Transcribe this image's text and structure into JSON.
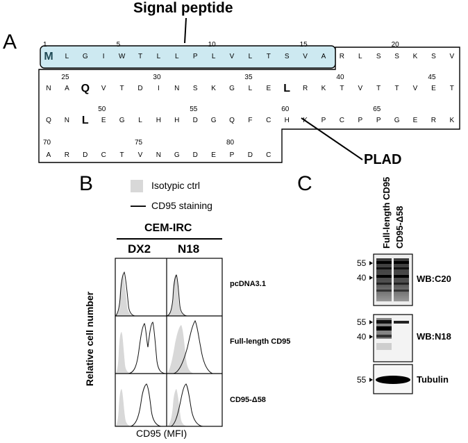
{
  "panelA": {
    "letter": "A",
    "signal_peptide_label": "Signal peptide",
    "plad_label": "PLAD",
    "rows": [
      {
        "residues": [
          "M",
          "L",
          "G",
          "I",
          "W",
          "T",
          "L",
          "L",
          "P",
          "L",
          "V",
          "L",
          "T",
          "S",
          "V",
          "A",
          "R",
          "L",
          "S",
          "S",
          "K",
          "S",
          "V"
        ],
        "numbers": [
          [
            "1",
            0
          ],
          [
            "5",
            4
          ],
          [
            "10",
            9
          ],
          [
            "15",
            14
          ],
          [
            "20",
            19
          ]
        ]
      },
      {
        "residues": [
          "N",
          "A",
          "Q",
          "V",
          "T",
          "D",
          "I",
          "N",
          "S",
          "K",
          "G",
          "L",
          "E",
          "L",
          "R",
          "K",
          "T",
          "V",
          "T",
          "T",
          "V",
          "E",
          "T"
        ],
        "numbers": [
          [
            "25",
            1
          ],
          [
            "30",
            6
          ],
          [
            "35",
            11
          ],
          [
            "40",
            16
          ],
          [
            "45",
            21
          ]
        ]
      },
      {
        "residues": [
          "Q",
          "N",
          "L",
          "E",
          "G",
          "L",
          "H",
          "H",
          "D",
          "G",
          "Q",
          "F",
          "C",
          "H",
          "K",
          "P",
          "C",
          "P",
          "P",
          "G",
          "E",
          "R",
          "K"
        ],
        "numbers": [
          [
            "50",
            3
          ],
          [
            "55",
            8
          ],
          [
            "60",
            13
          ],
          [
            "65",
            18
          ]
        ]
      },
      {
        "residues": [
          "A",
          "R",
          "D",
          "C",
          "T",
          "V",
          "N",
          "G",
          "D",
          "E",
          "P",
          "D",
          "C"
        ],
        "numbers": [
          [
            "70",
            0
          ],
          [
            "75",
            5
          ],
          [
            "80",
            10
          ]
        ]
      }
    ],
    "bold": [
      [
        0,
        0
      ],
      [
        1,
        2
      ],
      [
        1,
        13
      ],
      [
        2,
        2
      ]
    ]
  },
  "panelB": {
    "letter": "B",
    "legend_isotypic": "Isotypic ctrl",
    "legend_cd95": "CD95 staining",
    "group_label": "CEM-IRC",
    "columns": [
      "DX2",
      "N18"
    ],
    "rows": [
      "pcDNA3.1",
      "Full-length CD95",
      "CD95-Δ58"
    ],
    "y_axis_label": "Relative cell number",
    "x_axis_label": "CD95 (MFI)",
    "colors": {
      "isotypic_fill": "#d8d8d8",
      "staining_line": "#111111"
    }
  },
  "panelC": {
    "letter": "C",
    "lane_labels": [
      "Full-length CD95",
      "CD95-Δ58"
    ],
    "blots": [
      {
        "markers": [
          "55",
          "40"
        ],
        "label": "WB:C20"
      },
      {
        "markers": [
          "55",
          "40"
        ],
        "label": "WB:N18"
      },
      {
        "markers": [
          "55"
        ],
        "label": "Tubulin"
      }
    ]
  }
}
